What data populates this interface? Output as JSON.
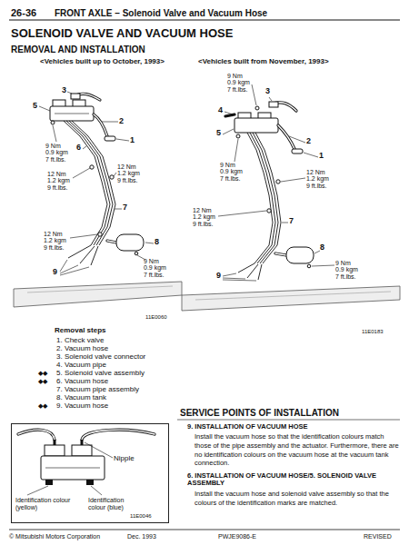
{
  "diagram": {
    "title": "SOLENOID VALVE AND VACUUM HOSE",
    "nodes": [
      {
        "text": [
          "Nipple",
          "Identification colour (yellow)",
          "Identification colour (blue)",
          "11E0046"
        ]
      }
    ],
    "labels": [
      "26-36",
      "FRONT AXLE – Solenoid Valve and Vacuum Hose",
      "REMOVAL AND INSTALLATION",
      "<Vehicles built up to October, 1993>",
      "<Vehicles built from November, 1993>",
      "3",
      "5",
      "2",
      "1",
      "9 Nm 0.9 kgm 7 ft.lbs.",
      "6",
      "12 Nm 1.2 kgm 9 ft.lbs.",
      "12 Nm 1.2 kgm 9 ft.lbs.",
      "7",
      "12 Nm 1.2 kgm 9 ft.lbs.",
      "8",
      "9 Nm 0.9 kgm 7 ft.lbs.",
      "9",
      "11E0060",
      "9 Nm 0.9 kgm 7 ft.lbs.",
      "3",
      "4",
      "5",
      "2",
      "1",
      "9 Nm 0.9 kgm 7 ft.lbs.",
      "12 Nm 1.2 kgm 9 ft.lbs.",
      "12 Nm 1.2 kgm 9 ft.lbs.",
      "7",
      "8",
      "9 Nm 0.9 kgm 7 ft.lbs.",
      "9",
      "11E0183",
      "Removal steps",
      "1. Check valve",
      "2. Vacuum hose",
      "3. Solenoid valve connector",
      "4. Vacuum pipe",
      "5. Solenoid valve assembly",
      "6. Vacuum hose",
      "7. Vacuum pipe assembly",
      "8. Vacuum tank",
      "9. Vacuum hose",
      "◆◆",
      "◆◆",
      "◆◆",
      "SERVICE POINTS OF INSTALLATION",
      "9. INSTALLATION OF VACUUM HOSE",
      "Install the vacuum hose so that the identification colours match those of the pipe assembly and the actuator. Furthermore, there are no identification colours on the vacuum hose at the vacuum tank connection.",
      "6. INSTALLATION OF VACUUM HOSE/5. SOLENOID VALVE ASSEMBLY",
      "Install the vacuum hose and solenoid valve assembly so that the colours of the identification marks are matched.",
      "© Mitsubishi Motors Corporation",
      "Dec. 1993",
      "PWJE9086-E",
      "REVISED"
    ]
  }
}
